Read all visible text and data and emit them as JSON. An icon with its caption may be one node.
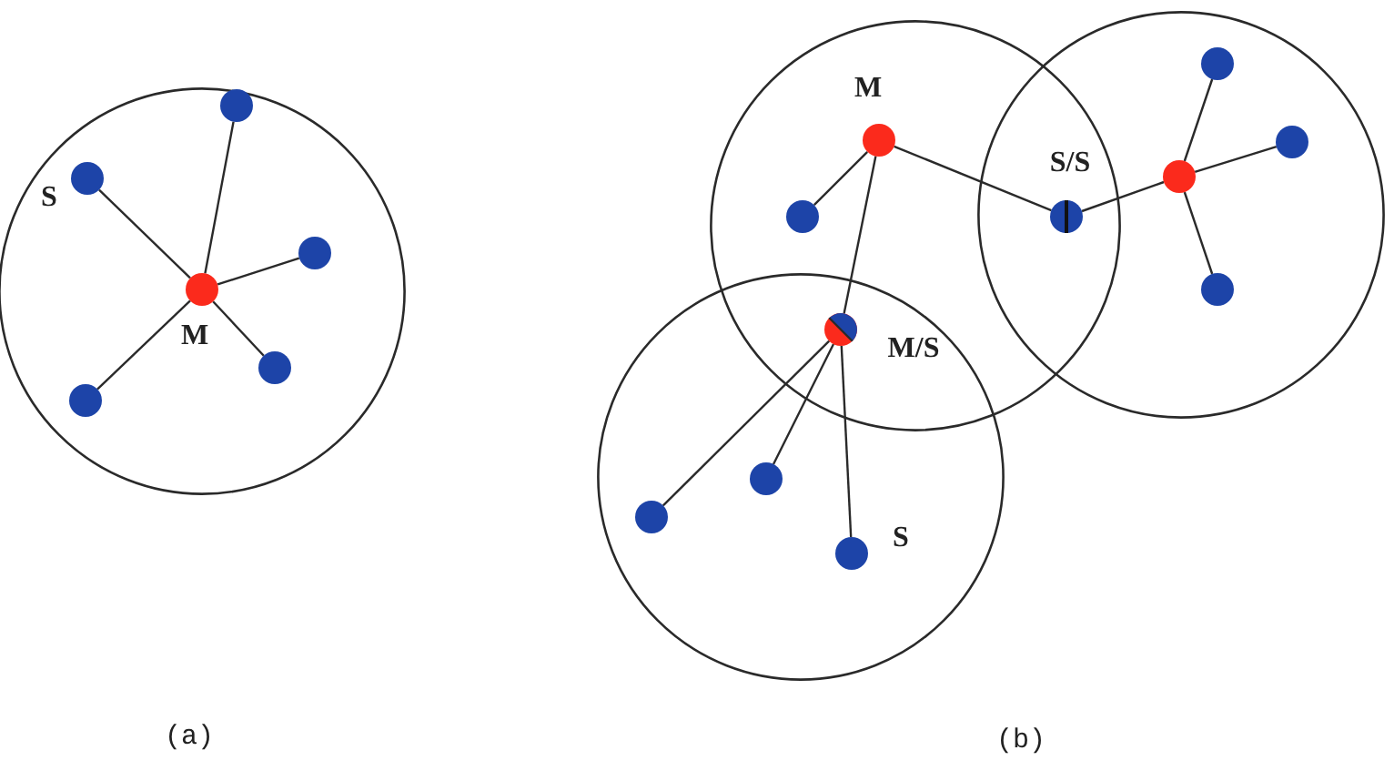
{
  "diagram": {
    "nodes": [
      {
        "text": [],
        "shape": "circle"
      },
      {
        "text": [],
        "shape": "dot",
        "in": 0
      },
      {
        "text": [],
        "shape": "dot",
        "in": 0,
        "beside": [
          "S"
        ]
      },
      {
        "text": [],
        "shape": "dot",
        "in": 0
      },
      {
        "text": [],
        "shape": "dot",
        "in": 0,
        "beside": [
          "M"
        ]
      },
      {
        "text": [],
        "shape": "dot",
        "in": 0
      },
      {
        "text": [],
        "shape": "dot",
        "in": 0
      },
      {
        "text": [],
        "shape": "circle"
      },
      {
        "text": [],
        "shape": "circle"
      },
      {
        "text": [],
        "shape": "dot",
        "in": 8
      },
      {
        "text": [],
        "shape": "dot",
        "in": 7,
        "beside": [
          "M"
        ]
      },
      {
        "text": [],
        "shape": "dot",
        "in": 8
      },
      {
        "text": [],
        "shape": "dot",
        "in": 8
      },
      {
        "text": [],
        "shape": "dot",
        "in": 7
      },
      {
        "text": [],
        "shape": "dot",
        "beside": [
          "S/S"
        ]
      },
      {
        "text": [],
        "shape": "dot",
        "in": 8
      },
      {
        "text": [],
        "shape": "circle"
      },
      {
        "text": [],
        "shape": "dot",
        "beside": [
          "M/S"
        ]
      },
      {
        "text": [],
        "shape": "dot",
        "in": 16
      },
      {
        "text": [],
        "shape": "dot",
        "in": 16
      },
      {
        "text": [],
        "shape": "dot",
        "in": 16,
        "beside": [
          "S"
        ]
      }
    ],
    "edges": [
      {
        "from": 4,
        "to": 1,
        "arrow": "none"
      },
      {
        "from": 4,
        "to": 2,
        "arrow": "none"
      },
      {
        "from": 4,
        "to": 3,
        "arrow": "none"
      },
      {
        "from": 4,
        "to": 5,
        "arrow": "none"
      },
      {
        "from": 4,
        "to": 6,
        "arrow": "none"
      },
      {
        "from": 10,
        "to": 13,
        "arrow": "none"
      },
      {
        "from": 10,
        "to": 14,
        "arrow": "none"
      },
      {
        "from": 10,
        "to": 17,
        "arrow": "none"
      },
      {
        "from": 12,
        "to": 14,
        "arrow": "none"
      },
      {
        "from": 12,
        "to": 9,
        "arrow": "none"
      },
      {
        "from": 12,
        "to": 11,
        "arrow": "none"
      },
      {
        "from": 12,
        "to": 15,
        "arrow": "none"
      },
      {
        "from": 17,
        "to": 18,
        "arrow": "none"
      },
      {
        "from": 17,
        "to": 19,
        "arrow": "none"
      },
      {
        "from": 17,
        "to": 20,
        "arrow": "none"
      }
    ],
    "labels": [
      "(a)",
      "(b)"
    ]
  }
}
